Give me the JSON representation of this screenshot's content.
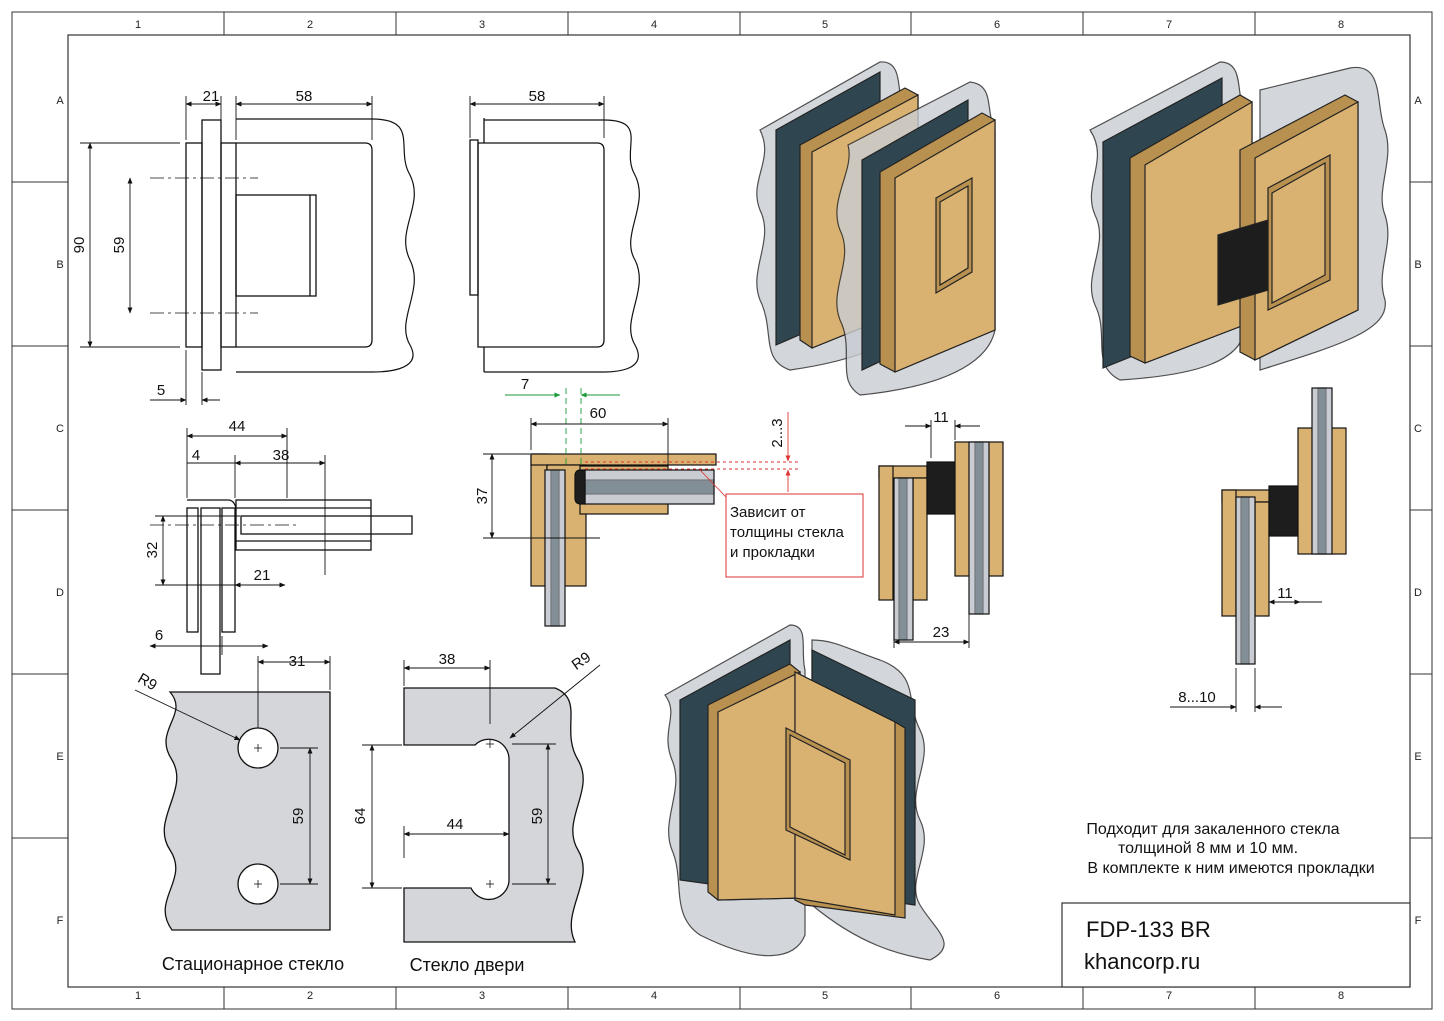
{
  "grid": {
    "columns": [
      "1",
      "2",
      "3",
      "4",
      "5",
      "6",
      "7",
      "8"
    ],
    "rows": [
      "A",
      "B",
      "C",
      "D",
      "E",
      "F"
    ]
  },
  "dimensions": {
    "front_w21": "21",
    "front_w58": "58",
    "front_h90": "90",
    "front_h59": "59",
    "front_5": "5",
    "side_w58": "58",
    "top_44": "44",
    "top_4": "4",
    "top_38": "38",
    "top_32": "32",
    "top_21": "21",
    "top_6": "6",
    "sec_7": "7",
    "sec_60": "60",
    "sec_37": "37",
    "sec_2_3": "2...3",
    "open_11": "11",
    "open_23": "23",
    "closed_11": "11",
    "closed_8_10": "8...10",
    "fixed_r9": "R9",
    "fixed_31": "31",
    "fixed_59": "59",
    "door_38": "38",
    "door_r9": "R9",
    "door_64": "64",
    "door_44": "44",
    "door_59": "59"
  },
  "callout": {
    "line1": "Зависит от",
    "line2": "толщины стекла",
    "line3": "и прокладки"
  },
  "labels": {
    "fixed_glass": "Стационарное стекло",
    "door_glass": "Стекло двери"
  },
  "note": {
    "line1": "Подходит для закаленного стекла",
    "line2": "толщиной 8 мм и 10 мм.",
    "line3": "В комплекте к ним имеются прокладки"
  },
  "title_block": {
    "model": "FDP-133 BR",
    "site": "khancorp.ru"
  },
  "colors": {
    "brass": "#d9b272",
    "brass_dark": "#b8904f",
    "glass": "#c9cdd3",
    "glass_dark": "#2f4650",
    "cutout": "#d4d6da",
    "callout_red": "#d33"
  }
}
